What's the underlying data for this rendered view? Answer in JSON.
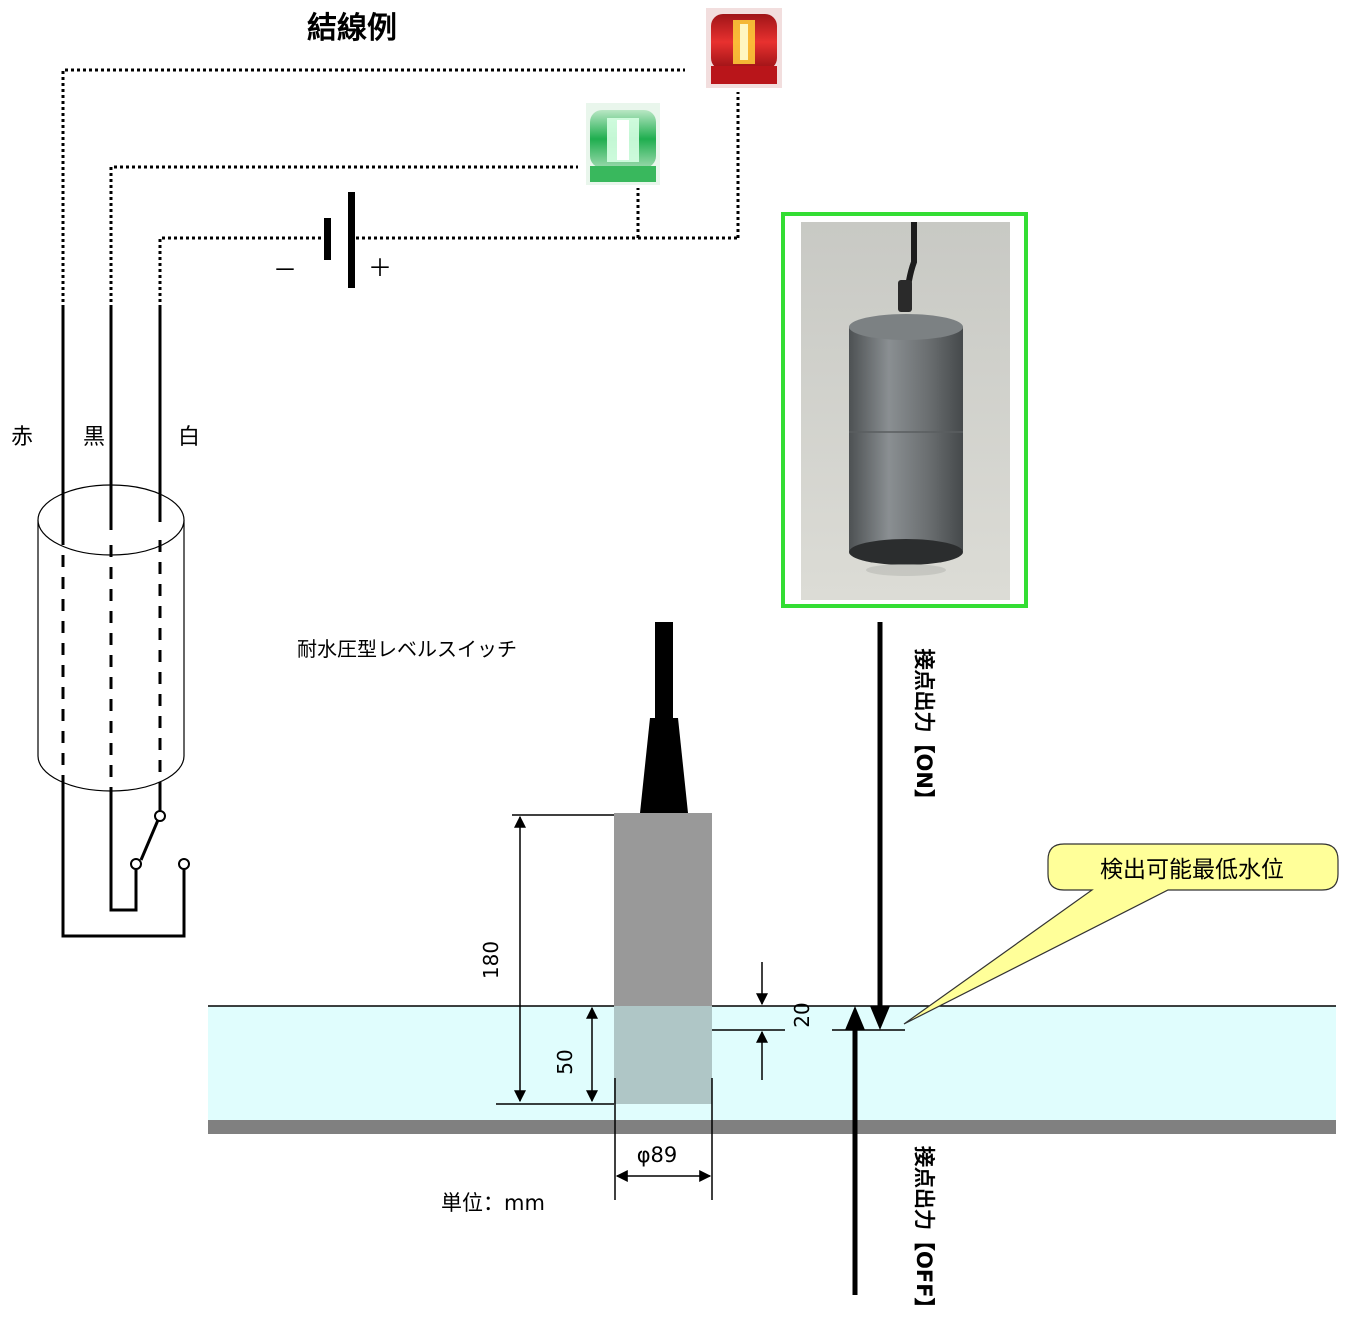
{
  "title": "結線例",
  "wire_labels": {
    "red": "赤",
    "black": "黒",
    "white": "白"
  },
  "battery": {
    "minus": "－",
    "plus": "＋"
  },
  "device_name": "耐水圧型レベルスイッチ",
  "dimensions": {
    "height": "180",
    "water_level": "50",
    "gap": "20",
    "diameter": "φ89",
    "unit": "単位：mm"
  },
  "outputs": {
    "on": "接点出力【ON】",
    "off": "接点出力【OFF】"
  },
  "callout": "検出可能最低水位",
  "colors": {
    "lamp_red": "#d8262a",
    "lamp_green": "#2bb14e",
    "photo_frame": "#33dd33",
    "water": "#e0fdfd",
    "floor": "#808080",
    "sensor_body": "#999999",
    "callout_fill": "#ffff99"
  },
  "icons": {
    "red_lamp": "red-signal-lamp-icon",
    "green_lamp": "green-signal-lamp-icon",
    "photo": "level-switch-photo"
  }
}
